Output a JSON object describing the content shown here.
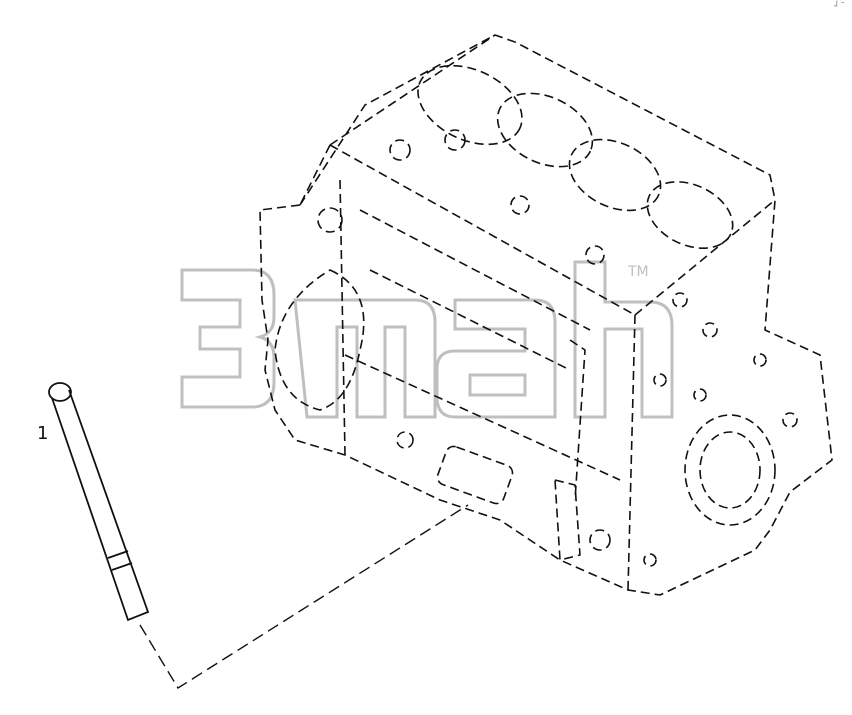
{
  "diagram": {
    "parts": [
      {
        "callout": "1",
        "name": "pushrod"
      }
    ],
    "watermark": {
      "text": "3mah",
      "trademark": "TM"
    },
    "corner_mark": "┘˜"
  },
  "colors": {
    "line": "#111111",
    "watermark": "#b9b9b9",
    "background": "#ffffff"
  }
}
